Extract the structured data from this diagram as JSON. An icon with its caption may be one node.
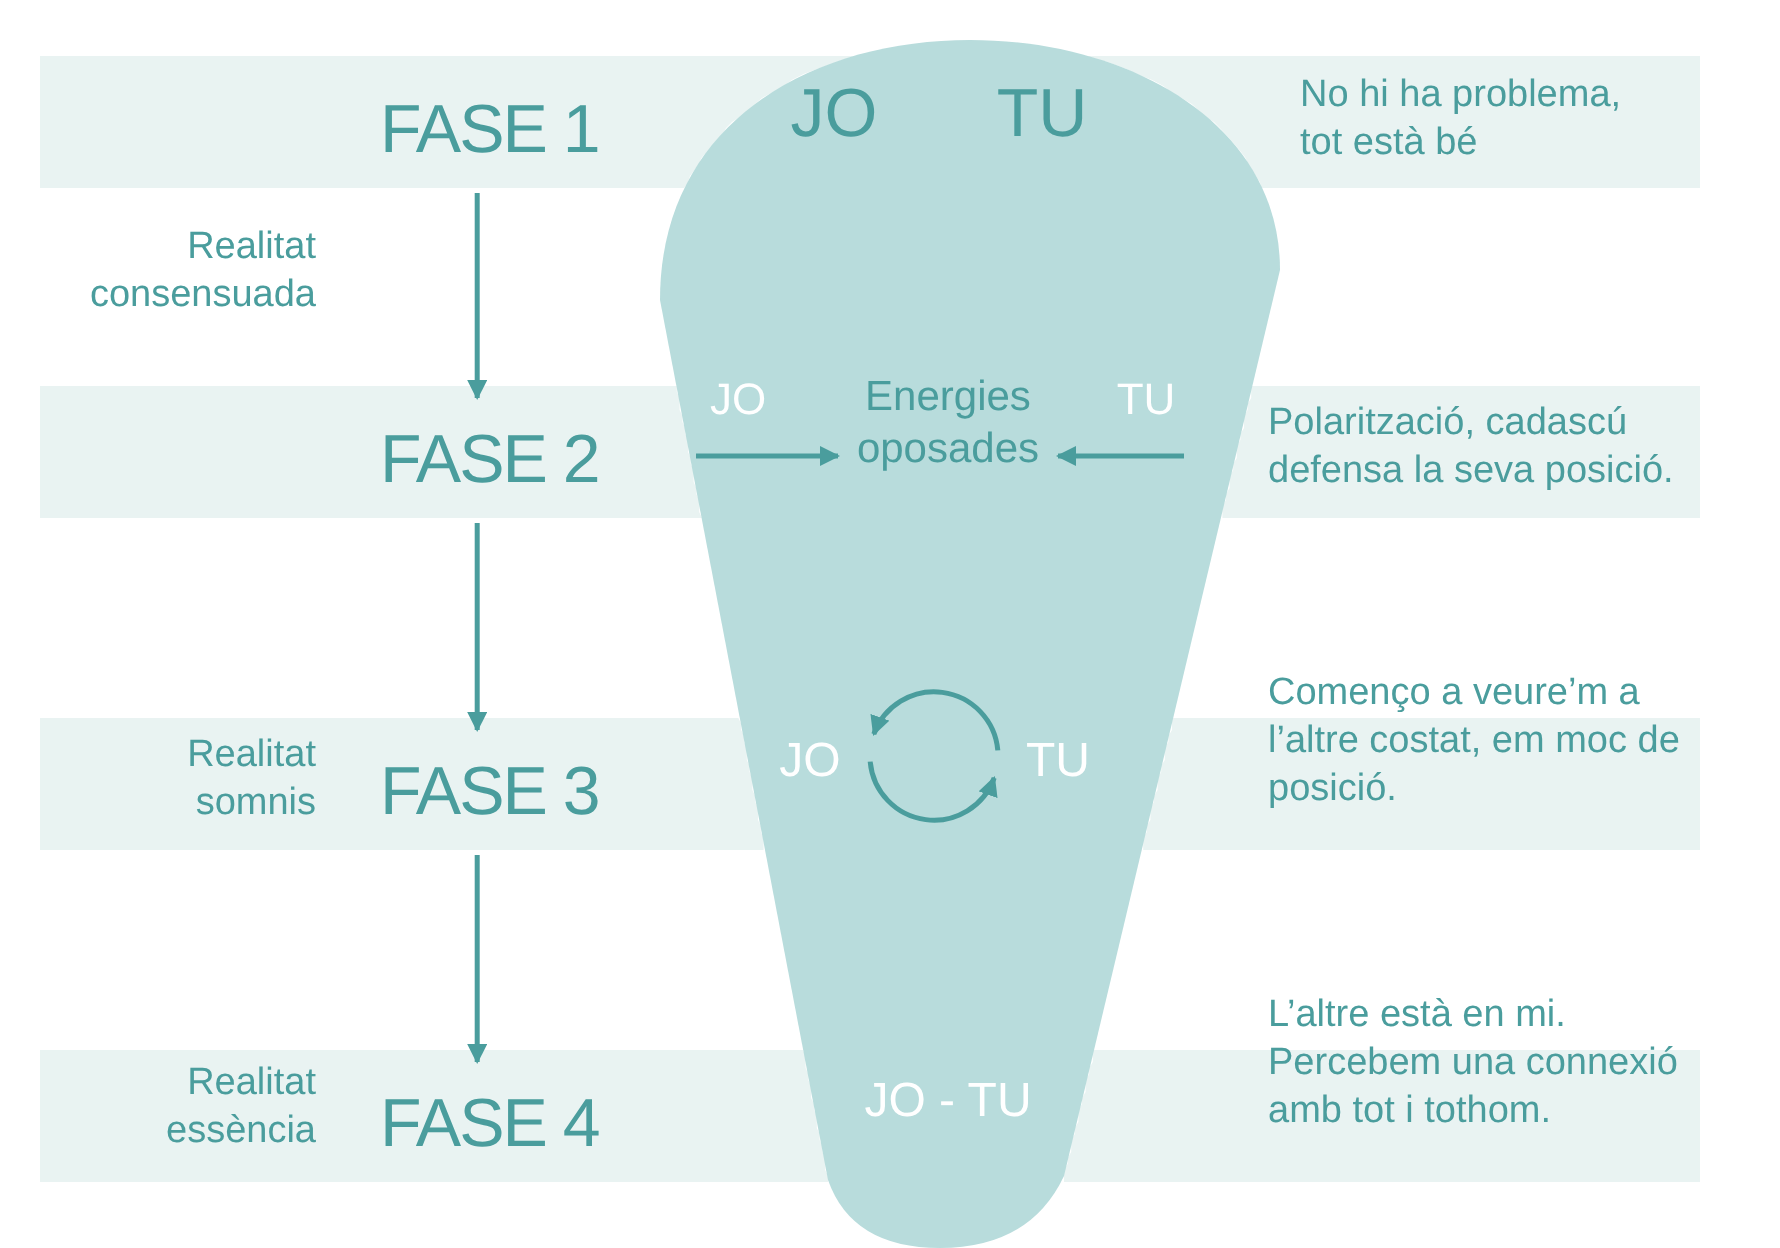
{
  "diagram": {
    "nodes": [
      {
        "text": [
          "FASE 1"
        ]
      },
      {
        "text": [
          "FASE 2"
        ]
      },
      {
        "text": [
          "FASE 3"
        ]
      },
      {
        "text": [
          "FASE 4"
        ]
      },
      {
        "text": [
          "Energies oposades"
        ]
      },
      {
        "text": [
          "JO"
        ]
      },
      {
        "text": [
          "TU"
        ]
      }
    ],
    "edges": [
      {
        "from": 0,
        "to": 1,
        "arrow": "to"
      },
      {
        "from": 1,
        "to": 2,
        "arrow": "to"
      },
      {
        "from": 2,
        "to": 3,
        "arrow": "to"
      },
      {
        "from": null,
        "to": 4,
        "arrow": "to"
      },
      {
        "from": null,
        "to": 4,
        "arrow": "to"
      },
      {
        "from": 6,
        "to": 5,
        "arrow": "to"
      },
      {
        "from": 5,
        "to": 6,
        "arrow": "to"
      }
    ],
    "labels": [
      "JO",
      "TU",
      "No hi ha problema, tot està bé",
      "Realitat consensuada",
      "JO",
      "TU",
      "Polarització, cadascú defensa la seva posició.",
      "Començo a veure’m a l’altre costat, em moc de posició.",
      "Realitat somnis",
      "Realitat essència",
      "JO - TU",
      "L’altre està en mi. Percebem una connexió amb tot i tothom."
    ]
  }
}
